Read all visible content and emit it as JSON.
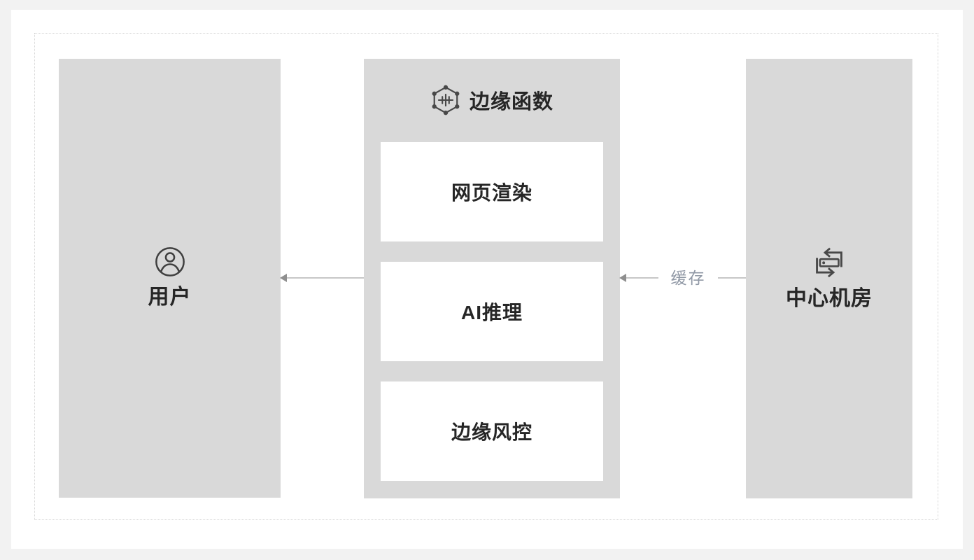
{
  "colors": {
    "page_background": "#f2f2f2",
    "canvas_background": "#ffffff",
    "box_background": "#d9d9d9",
    "card_background": "#ffffff",
    "text_dark": "#262626",
    "icon_stroke": "#484848",
    "arrow_line": "#c7c7c7",
    "arrow_head": "#8f8f8f",
    "cache_label_text": "#9199a6",
    "frame_border": "#d4d4d4"
  },
  "user_box": {
    "icon": "user-circle-icon",
    "label": "用户"
  },
  "edge_box": {
    "icon": "hexagon-voiceprint-icon",
    "title": "边缘函数",
    "cards": [
      {
        "label": "网页渲染"
      },
      {
        "label": "AI推理"
      },
      {
        "label": "边缘风控"
      }
    ]
  },
  "center_box": {
    "icon": "server-sync-icon",
    "label": "中心机房"
  },
  "arrows": {
    "edge_to_user": {
      "direction": "left",
      "label": ""
    },
    "center_to_edge": {
      "direction": "left",
      "label": "缓存"
    }
  }
}
